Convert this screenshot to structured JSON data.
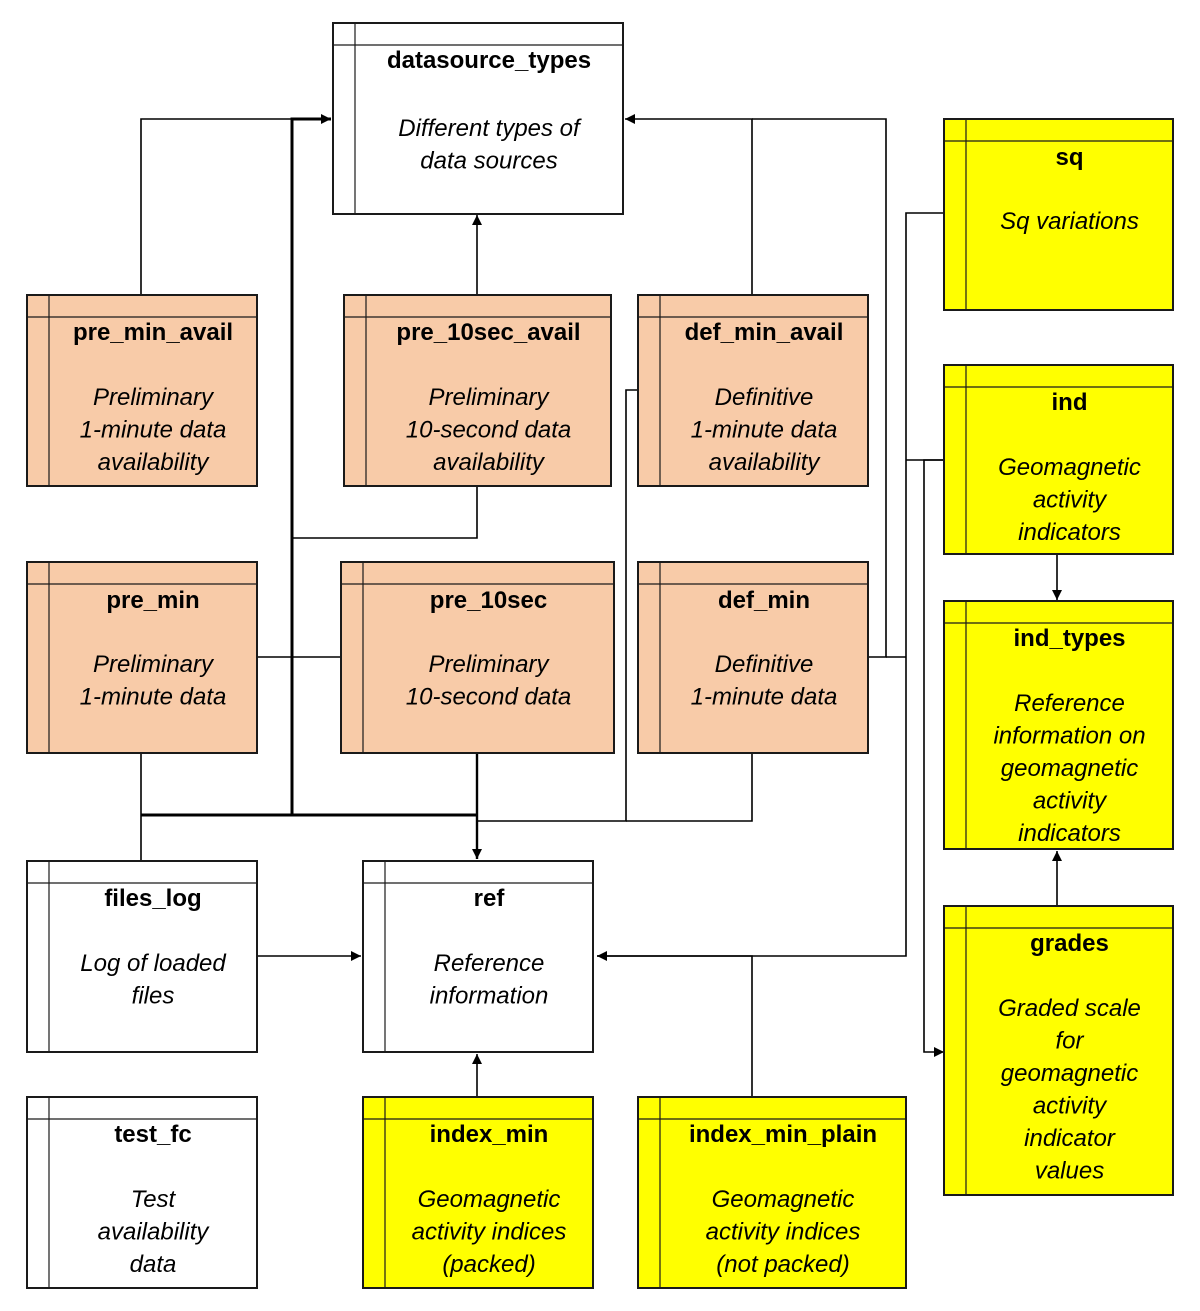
{
  "colors": {
    "white": "#ffffff",
    "orange": "#f8cba8",
    "yellow": "#ffff00",
    "line": "#000000"
  },
  "tables": {
    "datasource_types": {
      "name": "datasource_types",
      "desc": [
        "Different types of",
        "data sources"
      ],
      "color": "white"
    },
    "pre_min_avail": {
      "name": "pre_min_avail",
      "desc": [
        "Preliminary",
        "1-minute data",
        "availability"
      ],
      "color": "orange"
    },
    "pre_10sec_avail": {
      "name": "pre_10sec_avail",
      "desc": [
        "Preliminary",
        "10-second data",
        "availability"
      ],
      "color": "orange"
    },
    "def_min_avail": {
      "name": "def_min_avail",
      "desc": [
        "Definitive",
        "1-minute data",
        "availability"
      ],
      "color": "orange"
    },
    "pre_min": {
      "name": "pre_min",
      "desc": [
        "Preliminary",
        "1-minute data"
      ],
      "color": "orange"
    },
    "pre_10sec": {
      "name": "pre_10sec",
      "desc": [
        "Preliminary",
        "10-second data"
      ],
      "color": "orange"
    },
    "def_min": {
      "name": "def_min",
      "desc": [
        "Definitive",
        "1-minute data"
      ],
      "color": "orange"
    },
    "files_log": {
      "name": "files_log",
      "desc": [
        "Log of loaded",
        "files"
      ],
      "color": "white"
    },
    "ref": {
      "name": "ref",
      "desc": [
        "Reference",
        "information"
      ],
      "color": "white"
    },
    "test_fc": {
      "name": "test_fc",
      "desc": [
        "Test",
        "availability",
        "data"
      ],
      "color": "white"
    },
    "index_min": {
      "name": "index_min",
      "desc": [
        "Geomagnetic",
        "activity indices",
        "(packed)"
      ],
      "color": "yellow"
    },
    "index_min_plain": {
      "name": "index_min_plain",
      "desc": [
        "Geomagnetic",
        "activity indices",
        "(not packed)"
      ],
      "color": "yellow"
    },
    "sq": {
      "name": "sq",
      "desc": [
        "Sq variations"
      ],
      "color": "yellow"
    },
    "ind": {
      "name": "ind",
      "desc": [
        "Geomagnetic",
        "activity",
        "indicators"
      ],
      "color": "yellow"
    },
    "ind_types": {
      "name": "ind_types",
      "desc": [
        "Reference",
        "information on",
        "geomagnetic",
        "activity",
        "indicators"
      ],
      "color": "yellow"
    },
    "grades": {
      "name": "grades",
      "desc": [
        "Graded scale",
        "for",
        "geomagnetic",
        "activity",
        "indicator",
        "values"
      ],
      "color": "yellow"
    }
  }
}
